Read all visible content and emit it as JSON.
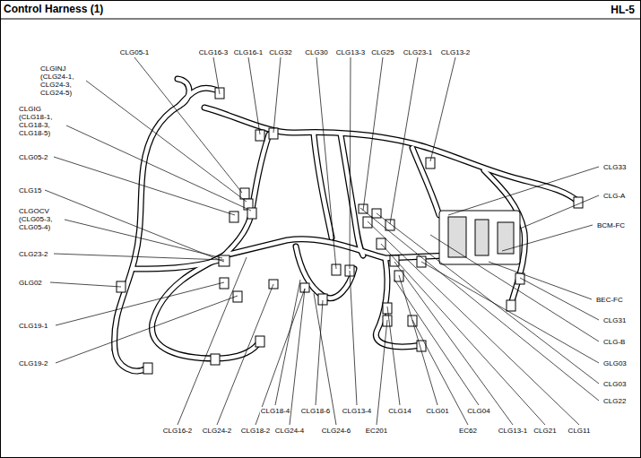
{
  "diagram": {
    "title": "Control Harness (1)",
    "labels": [
      "HL-5",
      "CLG05-1",
      "CLG16-3",
      "CLG16-1",
      "CLG32",
      "CLG30",
      "CLG13-3",
      "CLG25",
      "CLG23-1",
      "CLG13-2",
      "CLGINJ (CLG24-1, CLG24-3, CLG24-5)",
      "CLGIG (CLG18-1, CLG18-3, CLG18-5)",
      "CLG05-2",
      "CLG15",
      "CLGOCV (CLG05-3, CLG05-4)",
      "CLG23-2",
      "GLG02",
      "CLG19-1",
      "CLG19-2",
      "CLG33",
      "CLG-A",
      "BCM-FC",
      "BEC-FC",
      "CLG31",
      "CLG-B",
      "GLG03",
      "CLG03",
      "CLG22",
      "CLG18-4",
      "CLG18-6",
      "CLG13-4",
      "CLG14",
      "CLG01",
      "CLG04",
      "CLG16-2",
      "CLG24-2",
      "CLG18-2",
      "CLG24-4",
      "CLG24-6",
      "EC201",
      "EC62",
      "CLG13-1",
      "CLG21",
      "CLG11"
    ]
  }
}
